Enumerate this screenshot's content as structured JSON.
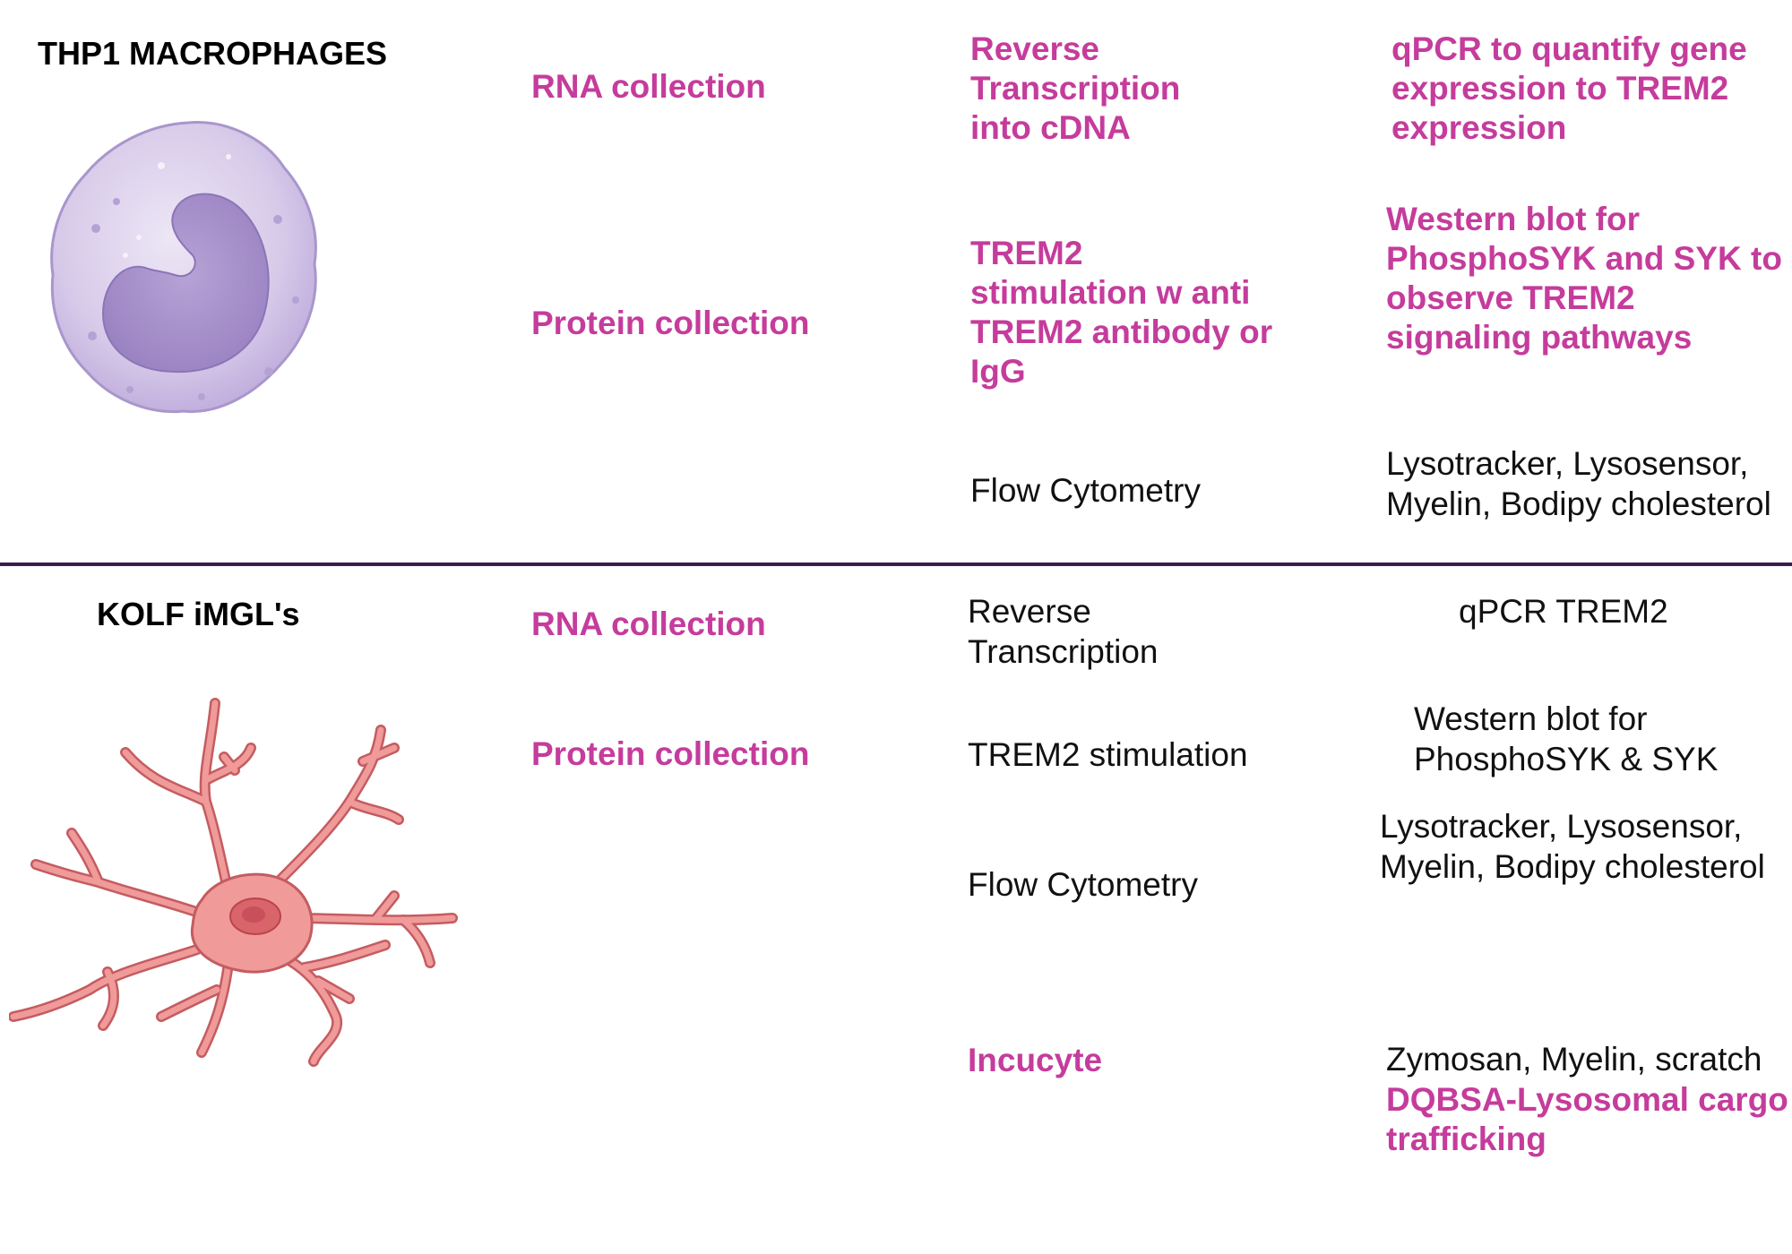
{
  "sections": {
    "thp1": {
      "title": "THP1 MACROPHAGES",
      "rna_collection": "RNA collection",
      "protein_collection": "Protein collection",
      "reverse_transcription": "Reverse\nTranscription\ninto cDNA",
      "trem2_stimulation": "TREM2\nstimulation  w anti\nTREM2 antibody or\nIgG",
      "flow_cytometry": "Flow Cytometry",
      "qpcr": "qPCR to quantify gene\nexpression to TREM2\nexpression",
      "western_blot": "Western blot for\nPhosphoSYK and SYK to\nobserve TREM2\nsignaling pathways",
      "flow_readouts": "Lysotracker, Lysosensor,\nMyelin, Bodipy cholesterol"
    },
    "kolf": {
      "title": "KOLF iMGL's",
      "rna_collection": "RNA collection",
      "protein_collection": "Protein collection",
      "reverse_transcription": "Reverse\nTranscription",
      "trem2_stimulation": "TREM2 stimulation",
      "flow_cytometry": "Flow Cytometry",
      "incucyte": "Incucyte",
      "qpcr": "qPCR TREM2",
      "western_blot": "Western blot for\nPhosphoSYK & SYK",
      "flow_readouts": "Lysotracker, Lysosensor,\nMyelin, Bodipy cholesterol",
      "incucyte_readouts": "Zymosan, Myelin, scratch",
      "incucyte_readouts_highlight": "DQBSA-Lysosomal cargo\ntrafficking"
    }
  },
  "icons": {
    "macrophage": "macrophage-cell-icon",
    "microglia": "microglia-cell-icon"
  },
  "colors": {
    "highlight": "#c53c9c",
    "text": "#111111",
    "divider": "#3b1d4d",
    "macrophage_fill": "#d6c8e8",
    "macrophage_nucleus": "#a690c8",
    "microglia_fill": "#f09a9a",
    "microglia_outline": "#c45c60"
  }
}
